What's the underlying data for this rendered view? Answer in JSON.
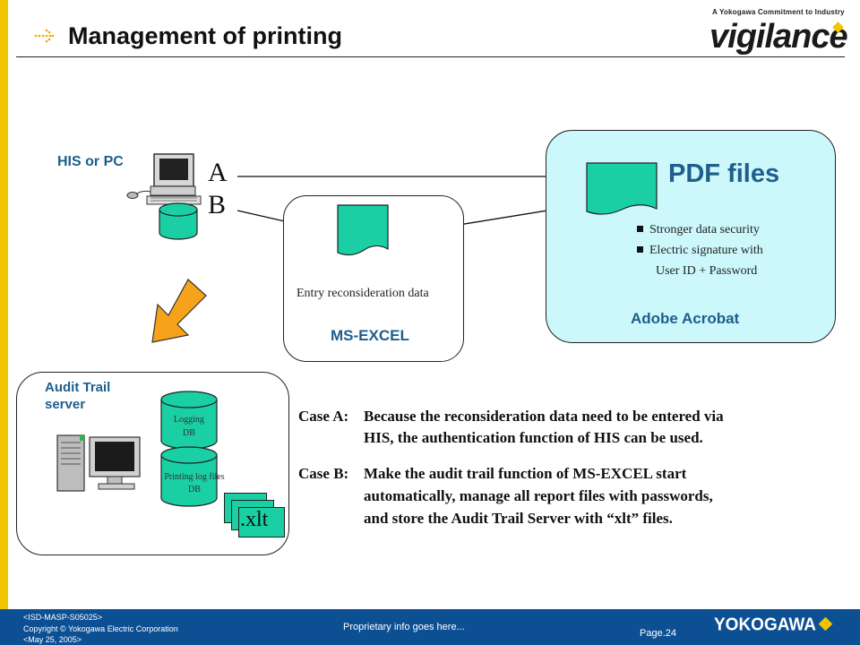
{
  "header": {
    "title": "Management of printing",
    "logo_tagline": "A Yokogawa Commitment to Industry",
    "logo_word": "vigilance"
  },
  "diagram": {
    "his_label": "HIS or PC",
    "label_a": "A",
    "label_b": "B",
    "excel": {
      "entry_text": "Entry reconsideration data",
      "label": "MS-EXCEL"
    },
    "adobe": {
      "title": "PDF files",
      "bullets": [
        "Stronger data security",
        "Electric signature with"
      ],
      "bullet_continuation": "User ID + Password",
      "label": "Adobe Acrobat"
    },
    "audit": {
      "label_line1": "Audit Trail",
      "label_line2": "server",
      "logging_db_line1": "Logging",
      "logging_db_line2": "DB",
      "printing_db_line1": "Printing log files",
      "printing_db_line2": "DB",
      "file_ext": ".xlt"
    }
  },
  "cases": {
    "a_head": "Case A:",
    "a_lines": [
      "Because the reconsideration data need to be entered via",
      "HIS, the authentication function of HIS can be used."
    ],
    "b_head": "Case B:",
    "b_lines": [
      "Make the audit trail function of MS-EXCEL start",
      "automatically, manage all report files with passwords,",
      "and store the Audit Trail Server with “xlt” files."
    ]
  },
  "footer": {
    "doc_id": "<ISD-MASP-S05025>",
    "copyright": "Copyright © Yokogawa Electric Corporation",
    "date": "<May 25, 2005>",
    "center_text": "Proprietary info goes here...",
    "page": "Page.24",
    "brand": "YOKOGAWA"
  },
  "colors": {
    "accent_yellow": "#f3c400",
    "label_blue": "#1f5e8c",
    "doc_green": "#19cfa3",
    "adobe_fill": "#ccf8fb",
    "footer_blue": "#0d4f93",
    "arrow_orange": "#f7a21b"
  }
}
